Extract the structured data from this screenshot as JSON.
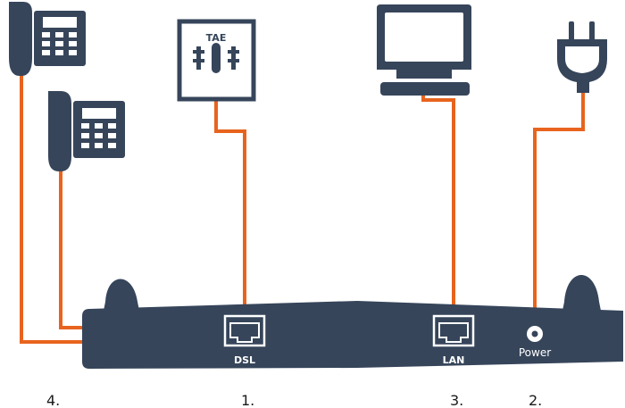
{
  "colors": {
    "device": "#36455a",
    "cable": "#e8641e",
    "background": "#ffffff",
    "label_light": "#ffffff",
    "label_dark": "#1a1a1a"
  },
  "socket": {
    "label": "TAE"
  },
  "ports": {
    "dsl": "DSL",
    "lan": "LAN",
    "power": "Power"
  },
  "steps": {
    "phones": "4.",
    "dsl": "1.",
    "lan": "3.",
    "power": "2."
  },
  "icons": [
    "telephone-icon",
    "tae-socket-icon",
    "computer-icon",
    "power-plug-icon",
    "router-icon"
  ]
}
